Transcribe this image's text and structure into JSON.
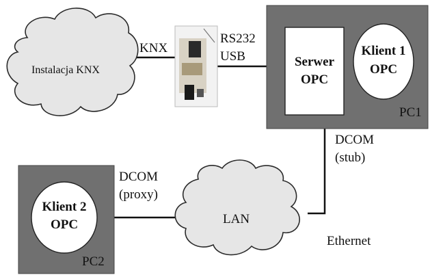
{
  "knx_installation": {
    "label": "Instalacja KNX"
  },
  "links": {
    "knx": "KNX",
    "serial_line1": "RS232",
    "serial_line2": "USB",
    "dcom_stub_line1": "DCOM",
    "dcom_stub_line2": "(stub)",
    "dcom_proxy_line1": "DCOM",
    "dcom_proxy_line2": "(proxy)",
    "ethernet": "Ethernet"
  },
  "pc1": {
    "label": "PC1",
    "server": {
      "line1": "Serwer",
      "line2": "OPC"
    },
    "client": {
      "line1": "Klient 1",
      "line2": "OPC"
    }
  },
  "pc2": {
    "label": "PC2",
    "client": {
      "line1": "Klient 2",
      "line2": "OPC"
    }
  },
  "lan": {
    "label": "LAN"
  },
  "colors": {
    "pc_box": "#707070",
    "cloud": "#e6e6e6",
    "line": "#111111"
  }
}
